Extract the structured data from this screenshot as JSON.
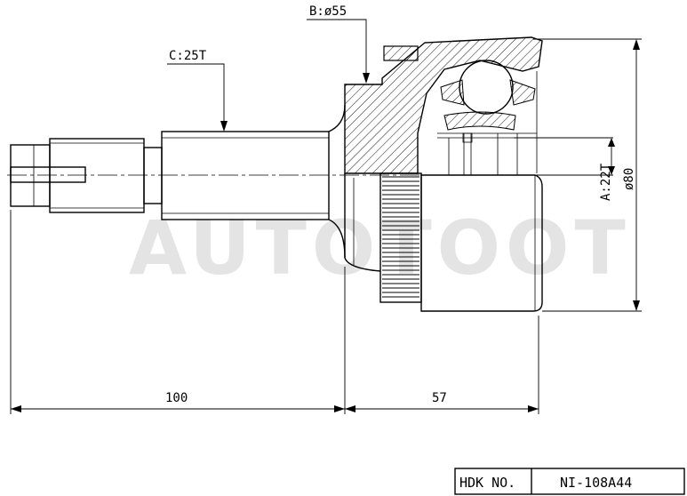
{
  "labels": {
    "b": "B:ø55",
    "c": "C:25T",
    "a": "A:22T",
    "dia": "ø80",
    "dim_left": "100",
    "dim_right": "57"
  },
  "watermark": "AUTOTOOT",
  "title_block": {
    "field": "HDK NO.",
    "value": "NI-108A44"
  },
  "colors": {
    "line": "#000000",
    "watermark": "#e4e4e4",
    "background": "#ffffff"
  }
}
